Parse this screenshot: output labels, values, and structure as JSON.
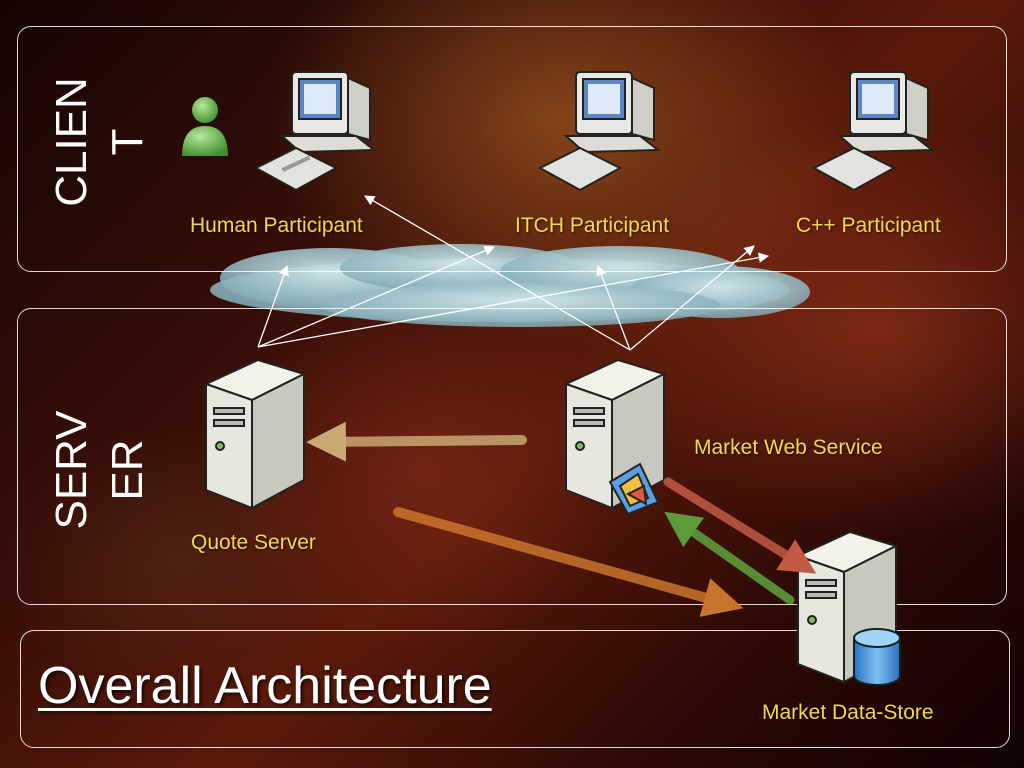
{
  "sections": {
    "client_label": "CLIEN\nT",
    "server_label": "SERV\nER"
  },
  "nodes": {
    "human_participant": "Human Participant",
    "itch_participant": "ITCH Participant",
    "cpp_participant": "C++ Participant",
    "quote_server": "Quote Server",
    "market_web_service": "Market Web Service",
    "market_data_store": "Market Data-Store"
  },
  "title": "Overall Architecture",
  "icons": [
    "user-icon",
    "workstation-icon",
    "network-cloud-icon",
    "server-icon",
    "web-service-icon",
    "database-icon"
  ]
}
